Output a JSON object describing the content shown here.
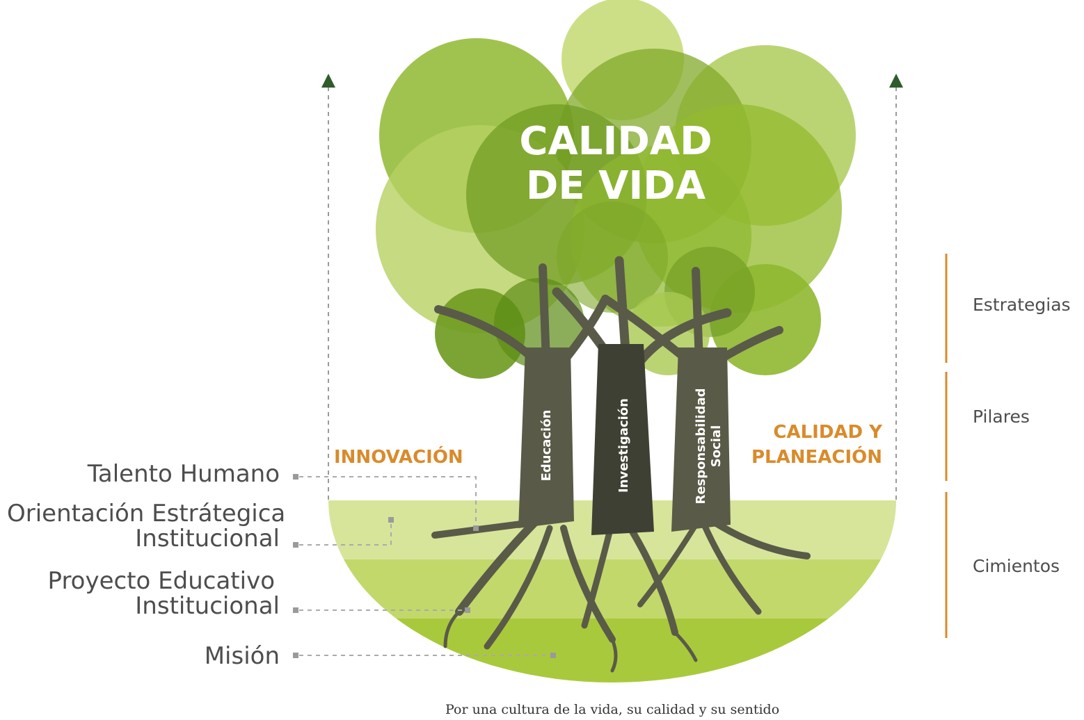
{
  "title": {
    "line1": "CALIDAD",
    "line2": "DE VIDA"
  },
  "pillars": [
    "Educación",
    "Investigación",
    "Responsabilidad Social"
  ],
  "strategies": {
    "left": "INNOVACIÓN",
    "right_line1": "CALIDAD Y",
    "right_line2": "PLANEACIÓN"
  },
  "foundations": {
    "talento": "Talento Humano",
    "orientacion_l1": "Orientación Estrátegica",
    "orientacion_l2": "Institucional",
    "proyecto_l1": "Proyecto Educativo",
    "proyecto_l2": "Institucional",
    "mision": "Misión"
  },
  "levels": [
    "Estrategias",
    "Pilares",
    "Cimientos"
  ],
  "caption": "Por una cultura de la vida, su calidad y su sentido",
  "colors": {
    "foliage_dark": "#6e9a1f",
    "foliage_mid": "#93bb2d",
    "foliage_light": "#c7dc7a",
    "trunk": "#5a5a48",
    "trunk_dark": "#3f4034",
    "orange": "#d98b2b",
    "arrow": "#2f5c2a"
  }
}
